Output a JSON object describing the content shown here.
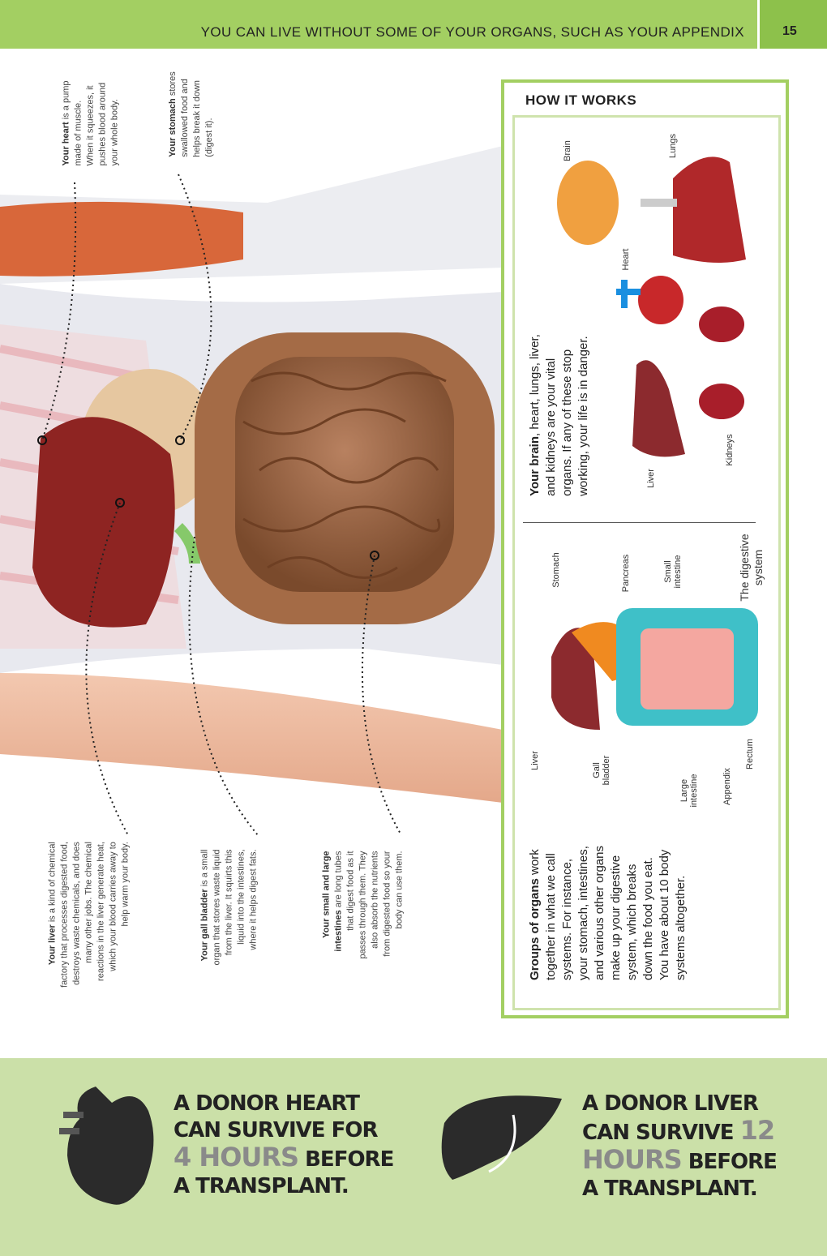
{
  "header": {
    "title": "YOU CAN LIVE WITHOUT SOME OF YOUR ORGANS, SUCH AS YOUR APPENDIX",
    "page_number": "15"
  },
  "captions": {
    "heart": {
      "bold": "Your heart",
      "lines": [
        " is a pump",
        "made of muscle.",
        "When it squeezes, it",
        "pushes blood around",
        "your whole body."
      ]
    },
    "stomach": {
      "bold": "Your stomach",
      "lines": [
        " stores",
        "swallowed food and",
        "helps break it down",
        "(digest it)."
      ]
    },
    "liver": {
      "bold": "Your liver",
      "lines": [
        " is a kind of chemical",
        "factory that processes digested food,",
        "destroys waste chemicals, and does",
        "many other jobs. The chemical",
        "reactions in the liver generate heat,",
        "which your blood carries away to",
        "help warm your body."
      ]
    },
    "gall_bladder": {
      "bold": "Your gall bladder",
      "lines": [
        " is a small",
        "organ that stores waste liquid",
        "from the liver. It squirts this",
        "liquid into the intestines,",
        "where it helps digest fats."
      ]
    },
    "intestines": {
      "bold": "Your small and large",
      "bold2": "intestines",
      "lines": [
        " are long tubes",
        "that digest food as it",
        "passes through them. They",
        "also absorb the nutrients",
        "from digested food so your",
        "body can use them."
      ]
    }
  },
  "panel": {
    "title": "HOW IT WORKS",
    "vital": {
      "bold": "Your brain",
      "lines": [
        ", heart, lungs, liver,",
        "and kidneys are your vital",
        "organs. If any of these stop",
        "working, your life is in danger."
      ]
    },
    "vital_labels": {
      "brain": "Brain",
      "lungs": "Lungs",
      "heart": "Heart",
      "liver": "Liver",
      "kidneys": "Kidneys"
    },
    "digestive_title": "The digestive system",
    "digestive_labels": {
      "stomach": "Stomach",
      "pancreas": "Pancreas",
      "small_intestine": "Small intestine",
      "liver": "Liver",
      "gall_bladder": "Gall bladder",
      "large_intestine": "Large intestine",
      "appendix": "Appendix",
      "rectum": "Rectum"
    },
    "groups": {
      "bold": "Groups of organs",
      "lines": [
        " work",
        "together in what we call",
        "systems. For instance,",
        "your stomach, intestines,",
        "and various other organs",
        "make up your digestive",
        "system, which breaks",
        "down the food you eat.",
        "You have about 10 body",
        "systems altogether."
      ]
    }
  },
  "facts": [
    {
      "icon": "heart-icon",
      "l1": "A DONOR HEART",
      "l2": "CAN SURVIVE FOR",
      "hl": "4 HOURS",
      "after": " BEFORE",
      "l4": "A TRANSPLANT."
    },
    {
      "icon": "liver-icon",
      "l1": "A DONOR LIVER",
      "l2": "CAN SURVIVE ",
      "hl": "12",
      "hl2": "HOURS",
      "after": " BEFORE",
      "l4": "A TRANSPLANT."
    }
  ],
  "colors": {
    "accent": "#a3cf62",
    "band": "#cbe0a8"
  }
}
